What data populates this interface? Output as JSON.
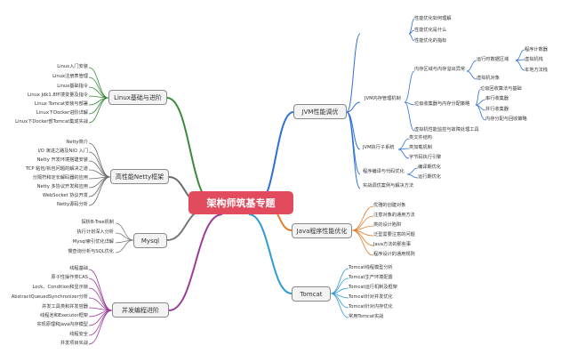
{
  "center": {
    "label": "架构师筑基专题"
  },
  "colors": {
    "center": "#e24b5d",
    "jvm": "#2f6fd6",
    "java": "#e07b2a",
    "tomcat": "#2f9ad3",
    "linux": "#3b8a3b",
    "netty": "#6a6a6a",
    "mysql": "#777777",
    "concurrency": "#9a3b9a"
  },
  "branches": {
    "jvm": {
      "label": "JVM性能调优",
      "leaves": [
        "性能优化如何理解",
        "性能优化是什么",
        "性能优化的指标",
        "程序计数器",
        "虚拟机栈",
        "本地方法栈",
        "运行时数据区域",
        "虚拟机对象",
        "内存区域与内存溢出异常",
        "垃圾回收算法与基础",
        "串行收集器",
        "并行收集器",
        "内存分配与回收策略",
        "垃圾收集器与内存分配策略",
        "JVM内存管理机制",
        "虚拟机性能监控与故障处理工具",
        "类文件结构",
        "类加载机制",
        "字节码执行引擎",
        "JVM执行子系统",
        "编译期优化",
        "运行期优化",
        "程序编译与代码优化",
        "实战调优案例与解决方法"
      ]
    },
    "java": {
      "label": "Java程序性能优化",
      "leaves": [
        "优雅的创建对象",
        "注意对象的通用方法",
        "类的设计陷阱",
        "泛型需要注意的问题",
        "Java方法的那些事",
        "程序设计的通用规则"
      ]
    },
    "tomcat": {
      "label": "Tomcat",
      "leaves": [
        "Tomcat线程模型分析",
        "Tomcat生产环境配置",
        "Tomcat运行机制及框架",
        "Tomcat针对并发优化",
        "Tomcat针对内存优化",
        "常用Tomcat实战"
      ]
    },
    "linux": {
      "label": "Linux基础与进阶",
      "leaves": [
        "Linux入门安装",
        "Linux注册表管理",
        "Linux基础指令",
        "Linux Jdk1.8环境变量及指令",
        "Linux Tomcat安装与部署",
        "Linux下Docker进阶详解",
        "Linux下Docker部Tomcat集成实战"
      ]
    },
    "netty": {
      "label": "高性能Netty框架",
      "leaves": [
        "Netty简介",
        "I/O 演进之路及NIO 入门",
        "Netty 开发环境搭建安装",
        "TCP 粘包/拆包问题的解决之道",
        "分隔符和定长解码器的应用",
        "Netty 多协议开发和应用",
        "WebSocket 协议开发",
        "Netty源码分析"
      ]
    },
    "mysql": {
      "label": "Mysql",
      "leaves": [
        "探析B-Tree机制",
        "执行计划深入分析",
        "Mysql索引优化详解",
        "慢查询分析与SQL优化"
      ]
    },
    "concurrency": {
      "label": "并发编程进阶",
      "leaves": [
        "线程基础",
        "原子性操作类CAS",
        "Lock、Condition和显示锁",
        "AbstractQueuedSynchronizer分析",
        "并发工具类和并发容器",
        "线程池和Executor框架",
        "实现原理和Java内存模型",
        "线程安全",
        "并发项目实战"
      ]
    }
  }
}
